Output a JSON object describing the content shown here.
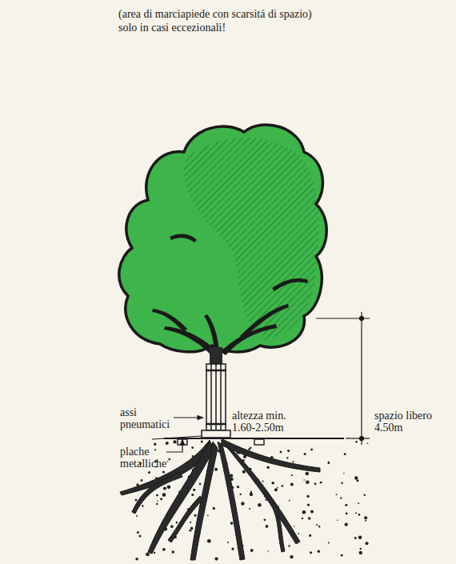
{
  "diagram": {
    "labels": [
      "(area di marciapiede con scarsitá di spazio)",
      "solo in casi eccezionali!",
      "assi pneumatici",
      "plache metalliche",
      "altezza min. 1.60-2.50m",
      "spazio libero 4.50m"
    ]
  }
}
